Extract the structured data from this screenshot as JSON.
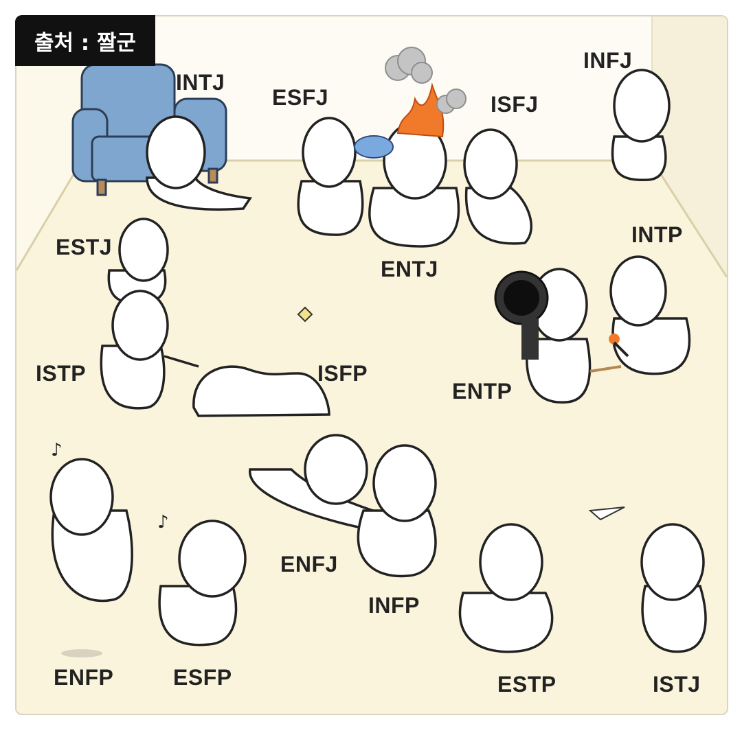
{
  "credit": "출처 : 짤군",
  "labels": {
    "intj": "INTJ",
    "esfj": "ESFJ",
    "isfj": "ISFJ",
    "infj": "INFJ",
    "estj": "ESTJ",
    "entj": "ENTJ",
    "intp": "INTP",
    "istp": "ISTP",
    "isfp": "ISFP",
    "entp": "ENTP",
    "enfj": "ENFJ",
    "infp": "INFP",
    "enfp": "ENFP",
    "esfp": "ESFP",
    "estp": "ESTP",
    "istj": "ISTJ"
  },
  "colors": {
    "wall": "#fdfbf3",
    "floor": "#fbf4dc",
    "armchair": "#7fa6cf",
    "fire": "#f07a2a",
    "smoke": "#b8b8b8",
    "bazooka": "#333333",
    "fan": "#7aa9df"
  }
}
